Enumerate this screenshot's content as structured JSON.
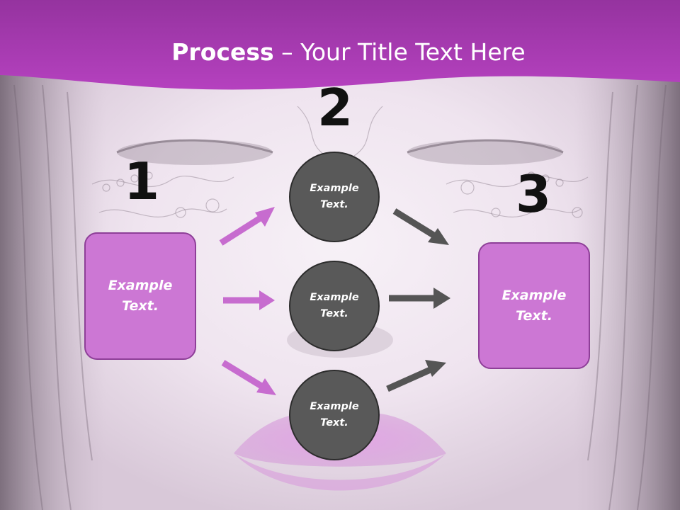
{
  "title": {
    "bold": "Process",
    "rest": " – Your Title Text Here"
  },
  "steps": [
    {
      "number": "1",
      "label_line1": "Example",
      "label_line2": "Text."
    },
    {
      "number": "2"
    },
    {
      "number": "3",
      "label_line1": "Example",
      "label_line2": "Text."
    }
  ],
  "circles": [
    {
      "label_line1": "Example",
      "label_line2": "Text."
    },
    {
      "label_line1": "Example",
      "label_line2": "Text."
    },
    {
      "label_line1": "Example",
      "label_line2": "Text."
    }
  ],
  "colors": {
    "header": "#a93bb4",
    "box_fill": "#cc77d4",
    "box_border": "#8e3f98",
    "circle_fill": "#595959",
    "arrow_pink": "#c76ccf",
    "arrow_gray": "#555555"
  }
}
